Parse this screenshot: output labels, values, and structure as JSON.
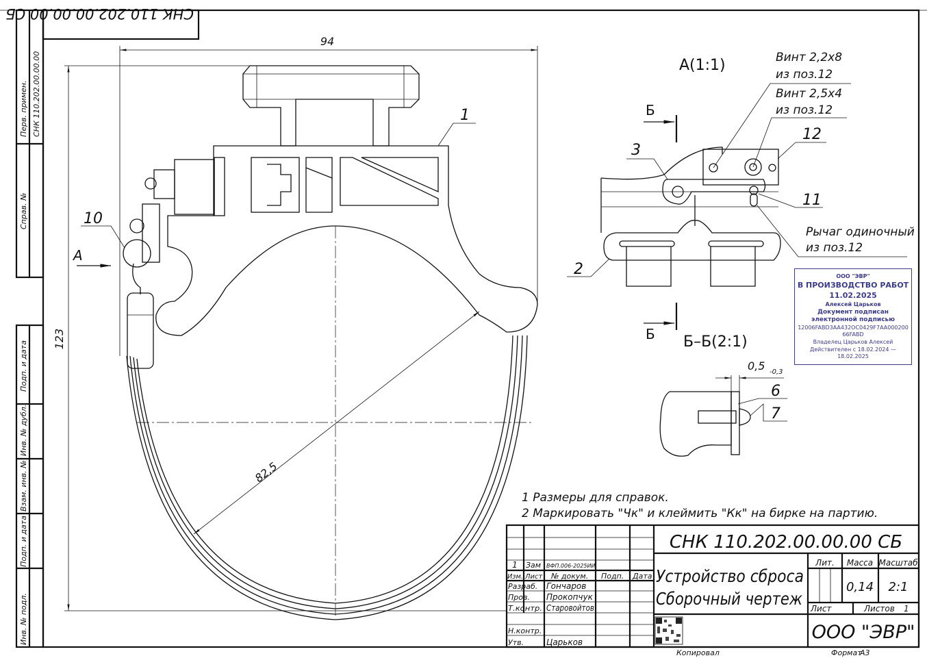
{
  "drawing": {
    "code_rotated": "СНК 110.202.00.00.00 СБ",
    "left_strip": {
      "perv_primen_label": "Перв. примен.",
      "perv_primen_value": "СНК 110.202.00.00.00",
      "sprav_label": "Справ. №",
      "podp_data_1": "Подп. и дата",
      "inv_dubl": "Инв. № дубл.",
      "vzam_inv": "Взам. инв. №",
      "podp_data_2": "Подп. и дата",
      "inv_podl": "Инв. № подл."
    },
    "dimensions": {
      "width": "94",
      "height": "123",
      "diameter": "82,5",
      "gap": "0,5",
      "gap_tol": "-0,3"
    },
    "view_a_arrow": "А",
    "position_labels": {
      "p1": "1",
      "p2": "2",
      "p3": "3",
      "p6": "6",
      "p7": "7",
      "p10": "10",
      "p11": "11",
      "p12": "12"
    },
    "view_a_title": "А(1:1)",
    "section_marker": "Б",
    "section_title": "Б–Б(2:1)",
    "callouts": {
      "screw1_line1": "Винт 2,2х8",
      "screw1_line2": "из поз.12",
      "screw2_line1": "Винт 2,5х4",
      "screw2_line2": "из поз.12",
      "lever_line1": "Рычаг одиночный",
      "lever_line2": "из поз.12"
    },
    "notes": [
      "1 Размеры для справок.",
      "2 Маркировать \"Чк\" и клеймить \"Кк\" на бирке на партию."
    ]
  },
  "title_block": {
    "code": "СНК 110.202.00.00.00 СБ",
    "name_line1": "Устройство сброса",
    "name_line2": "Сборочный чертеж",
    "change_row": {
      "num": "1",
      "type": "Зам",
      "doc": "ВФП.006-2025ИИ"
    },
    "header_row": {
      "izm": "Изм.",
      "list": "Лист",
      "doc": "№ докум.",
      "podp": "Подп.",
      "date": "Дата"
    },
    "roles": [
      {
        "role": "Разраб.",
        "name": "Гончаров"
      },
      {
        "role": "Пров.",
        "name": "Прокопчук"
      },
      {
        "role": "Т.контр.",
        "name": "Старовойтов"
      },
      {
        "role": "",
        "name": ""
      },
      {
        "role": "Н.контр.",
        "name": ""
      },
      {
        "role": "Утв.",
        "name": "Царьков"
      }
    ],
    "lit_label": "Лит.",
    "mass_label": "Масса",
    "scale_label": "Масштаб",
    "mass_value": "0,14",
    "scale_value": "2:1",
    "sheet_label": "Лист",
    "sheets_label": "Листов",
    "sheets_value": "1",
    "company": "ООО \"ЭВР\"",
    "copied_label": "Копировал",
    "format_label": "Формат",
    "format_value": "А3"
  },
  "stamp": {
    "org": "ООО \"ЭВР\"",
    "title": "В ПРОИЗВОДСТВО РАБОТ",
    "date": "11.02.2025",
    "signer": "Алексей Царьков",
    "signed_text": "Документ подписан электронной подписью",
    "certificate": "12006FABD3AA432OC0429F7AA00020066FABD",
    "owner": "Владелец Царьков Алексей",
    "validity": "Действителен с 18.02.2024 — 18.02.2025"
  },
  "colors": {
    "stamp": "#3b3b8c",
    "lines": "#111111"
  }
}
